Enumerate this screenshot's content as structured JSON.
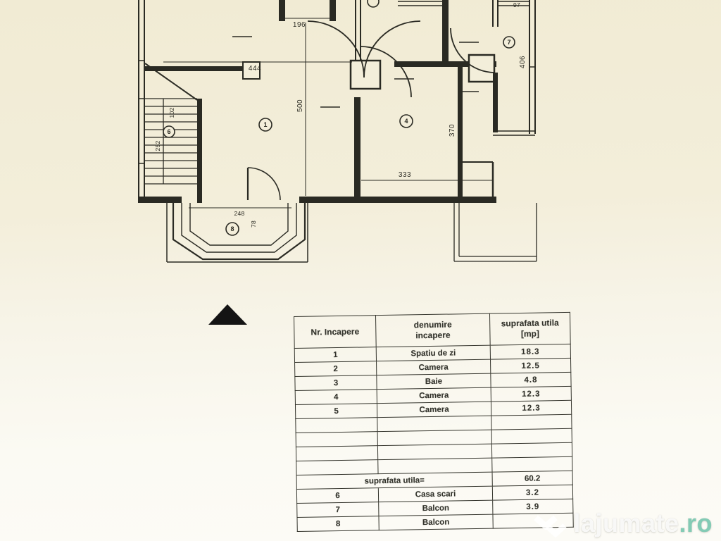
{
  "canvas": {
    "bg_top": "#f1ebd4",
    "bg_bottom": "#fcfbf6",
    "line_color": "#2a2a23"
  },
  "floor_plan": {
    "dims": {
      "opening_top": "196",
      "room1_width": "444",
      "room1_height": "500",
      "room4_width": "333",
      "room4_height": "370",
      "balcony_height": "406",
      "balcony_top": "97",
      "bay_width": "248",
      "bay_depth": "78",
      "stair_a": "102",
      "stair_b": "252"
    },
    "markers": {
      "living": "1",
      "camera4": "4",
      "stairs": "6",
      "balcony7": "7",
      "balcony8": "8"
    }
  },
  "table": {
    "header": {
      "col_nr": "Nr. Incapere",
      "col_name_l1": "denumire",
      "col_name_l2": "incapere",
      "col_area_l1": "suprafata utila",
      "col_area_l2": "[mp]"
    },
    "rows": [
      {
        "nr": "1",
        "name": "Spatiu de zi",
        "area": "18.3"
      },
      {
        "nr": "2",
        "name": "Camera",
        "area": "12.5"
      },
      {
        "nr": "3",
        "name": "Baie",
        "area": "4.8"
      },
      {
        "nr": "4",
        "name": "Camera",
        "area": "12.3"
      },
      {
        "nr": "5",
        "name": "Camera",
        "area": "12.3"
      }
    ],
    "total": {
      "label": "suprafata utila=",
      "value": "60.2"
    },
    "extra_rows": [
      {
        "nr": "6",
        "name": "Casa scari",
        "area": "3.2"
      },
      {
        "nr": "7",
        "name": "Balcon",
        "area": "3.9"
      },
      {
        "nr": "8",
        "name": "Balcon",
        "area": ""
      }
    ]
  },
  "watermark": {
    "brand": "lajumate",
    "tld": ".ro"
  }
}
